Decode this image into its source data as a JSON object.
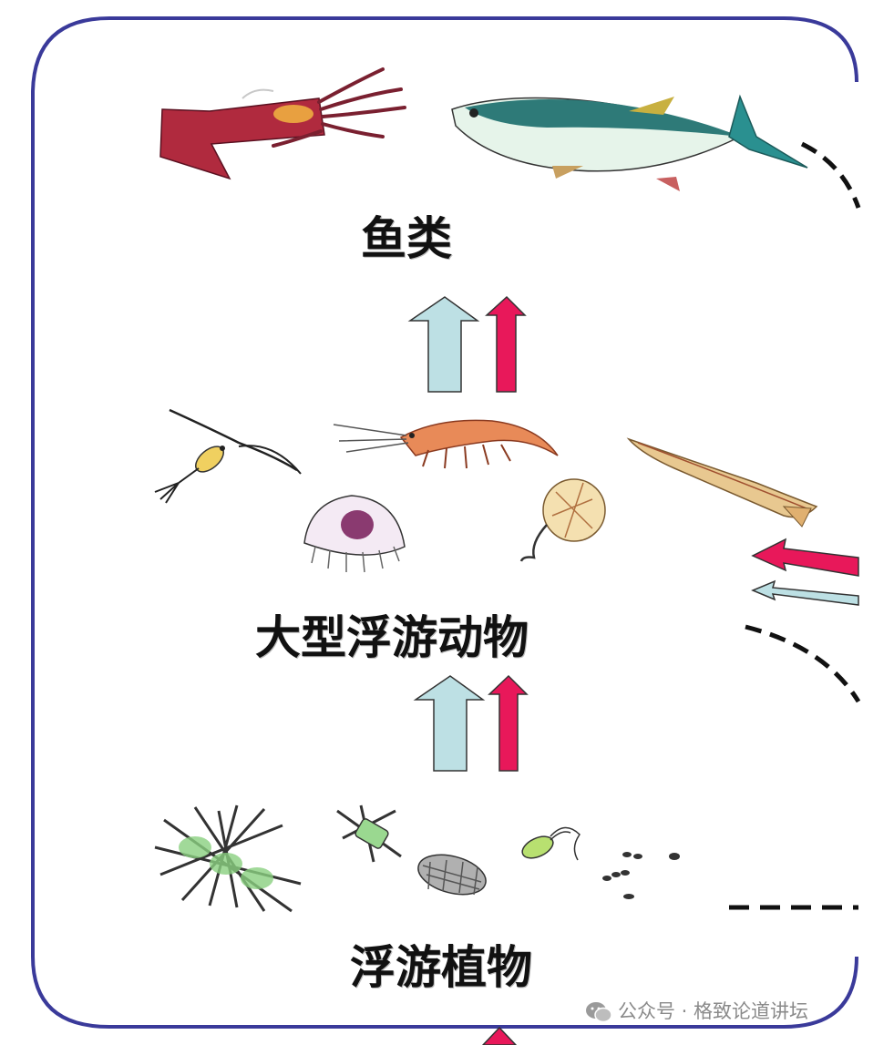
{
  "levels": {
    "fish": "鱼类",
    "zooplankton": "大型浮游动物",
    "phytoplankton": "浮游植物"
  },
  "watermark": "公众号 · 格致论道讲坛",
  "colors": {
    "frame": "#3a3a9a",
    "energy_arrow": "#bde0e4",
    "matter_arrow": "#e8185a",
    "dashed": "#111111"
  },
  "icons": [
    "squid-icon",
    "tuna-icon",
    "copepod-icon",
    "shrimp-icon",
    "arrow-worm-icon",
    "jellyfish-icon",
    "larva-icon",
    "diatom-chain-icon",
    "diatom-icon",
    "coscinodiscus-icon",
    "flagellate-icon",
    "cyanobacteria-icon",
    "wechat-icon"
  ]
}
